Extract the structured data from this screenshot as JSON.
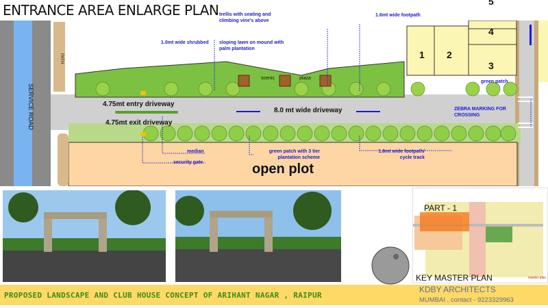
{
  "title": "ENTRANCE AREA ENLARGE PLAN",
  "plan": {
    "service_road": "SERVICE ROAD",
    "path": "PATH",
    "labels": {
      "trellis": "trellis with seating and climbing vine's above",
      "shrubbed": "1.0mt wide shrubbed",
      "sloping_lawn": "sloping lawn on mound with palm plantation",
      "footpath_top": "1.6mt wide footpath",
      "scenic": "scenic",
      "plaza": "plaza",
      "green_patch": "green patch",
      "entry": "4.75mt  entry driveway",
      "exit": "4.75mt  exit driveway",
      "driveway": "8.0 mt  wide driveway",
      "zebra": "ZEBRA MARKING FOR CROSSING",
      "median": "median",
      "security_gate": "security gate",
      "green_patch_3tier": "green patch with 3 tier plantation scheme",
      "footpath_bottom": "1.8mt wide footpath/ cycle track",
      "open_plot": "open plot"
    },
    "plots": [
      "1",
      "2",
      "3",
      "4",
      "5"
    ]
  },
  "key_plan": {
    "part": "PART - 1",
    "title": "KEY MASTER PLAN",
    "caption": "master plan"
  },
  "footer": {
    "project": "PROPOSED LANDSCAPE AND CLUB HOUSE CONCEPT OF ARIHANT  NAGAR , RAIPUR",
    "firm": "KDBY ARCHITECTS",
    "contact": "MUMBAI , contact - 9223329963"
  }
}
